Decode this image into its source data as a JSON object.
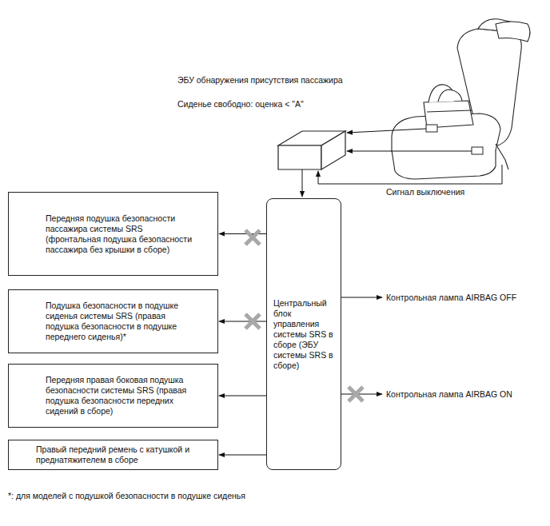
{
  "diagram": {
    "nodes": [
      {
        "text": [
          "Передняя подушка безопасности пассажира системы SRS (фронтальная подушка безопасности пассажира без крышки в сборе)"
        ]
      },
      {
        "text": [
          "Подушка безопасности в подушке сиденья системы SRS (правая подушка безопасности в подушке переднего сиденья)*"
        ]
      },
      {
        "text": [
          "Передняя правая боковая подушка безопасности системы SRS (правая подушка безопасности передних сидений в сборе)"
        ]
      },
      {
        "text": [
          "Правый передний ремень с катушкой и преднатяжителем в сборе"
        ]
      },
      {
        "text": [
          "Центральный блок управления системы SRS в сборе (ЭБУ системы SRS в сборе)"
        ]
      }
    ],
    "edges": [
      {
        "from": 4,
        "to": 0,
        "arrow": "to"
      },
      {
        "from": 4,
        "to": 1,
        "arrow": "to"
      },
      {
        "from": 4,
        "to": 2,
        "arrow": "to"
      },
      {
        "from": 4,
        "to": 3,
        "arrow": "to"
      }
    ],
    "labels": [
      "ЭБУ обнаружения присутствия пассажира",
      "Сиденье свободно: оценка < \"A\"",
      "Сигнал выключения",
      "Контрольная лампа AIRBAG OFF",
      "Контрольная лампа AIRBAG ON",
      "*: для моделей с подушкой безопасности в подушке сиденья"
    ]
  }
}
